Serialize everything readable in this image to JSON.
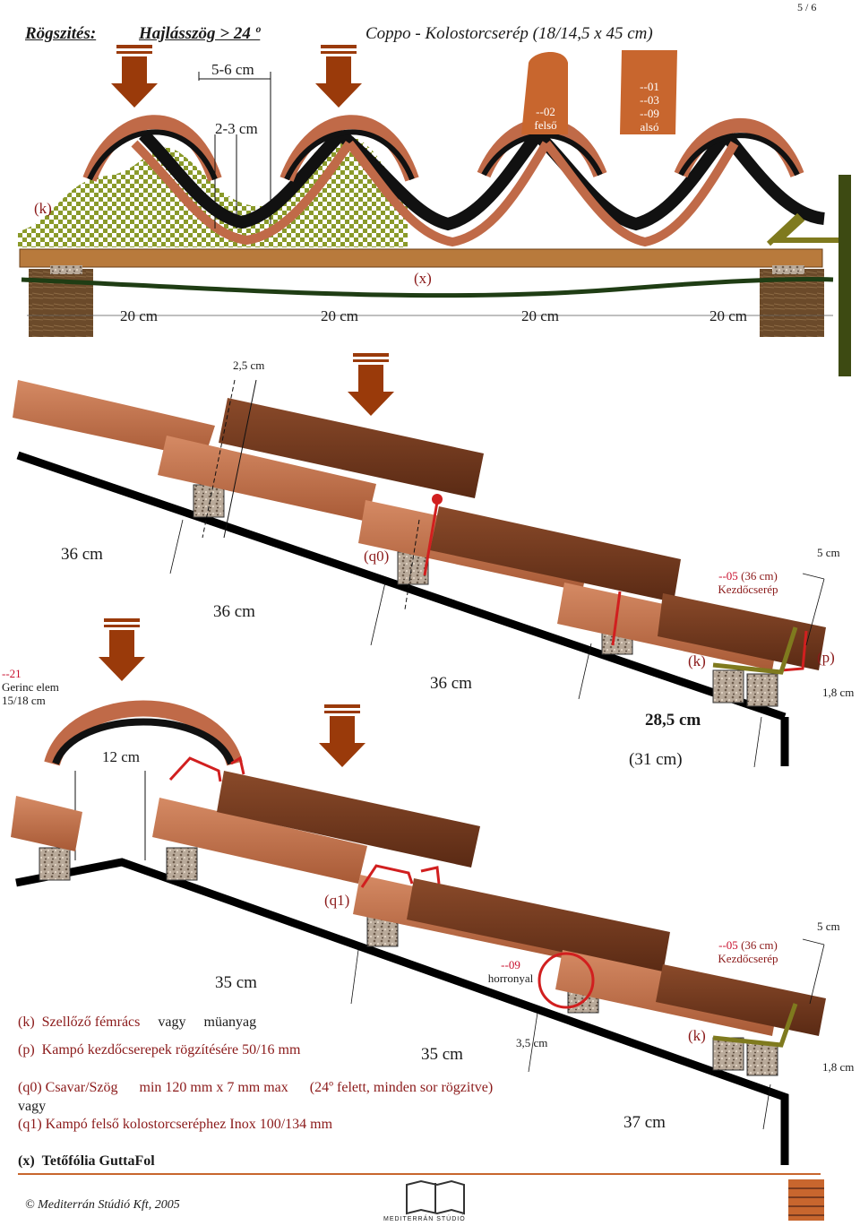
{
  "header": {
    "page_number": "5 / 6",
    "label_fixing": "Rögszités:",
    "label_pitch": "Hajlásszög > 24 º",
    "product": "Coppo - Kolostorcserép (18/14,5 x 45 cm)"
  },
  "top_view": {
    "gap_top": "5-6 cm",
    "gap_bottom": "2-3 cm",
    "tile_upper": {
      "code": "--02",
      "name": "felső"
    },
    "tile_lower": {
      "codes": [
        "--01",
        "--03",
        "--09"
      ],
      "name": "alsó"
    },
    "label_k": "(k)",
    "label_x": "(x)",
    "spacings": [
      "20 cm",
      "20 cm",
      "20 cm",
      "20 cm"
    ]
  },
  "section_1": {
    "offset": "2,5 cm",
    "len_a": "36 cm",
    "len_b": "36 cm",
    "len_c": "36 cm",
    "label_q0": "(q0)",
    "starter": {
      "code": "--05",
      "size": "(36 cm)",
      "name": "Kezdőcserép"
    },
    "top_right": "5 cm",
    "label_k": "(k)",
    "label_p": "(p)",
    "hook": "1,8 cm",
    "eave_a": "28,5 cm",
    "eave_b": "(31 cm)"
  },
  "ridge": {
    "code": "--21",
    "name": "Gerinc elem",
    "size": "15/18 cm",
    "width": "12 cm"
  },
  "section_2": {
    "label_q1": "(q1)",
    "len_a": "35 cm",
    "groove": {
      "code": "--09",
      "name": "horronyal"
    },
    "starter": {
      "code": "--05",
      "size": "(36 cm)",
      "name": "Kezdőcserép"
    },
    "top_right": "5 cm",
    "len_b": "35 cm",
    "offset": "3,5 cm",
    "label_k": "(k)",
    "hook": "1,8 cm",
    "eave": "37 cm"
  },
  "legend": {
    "k": {
      "key": "(k)",
      "text": "Szellőző fémrács",
      "join": "vagy",
      "alt": "müanyag"
    },
    "p": {
      "key": "(p)",
      "text": "Kampó kezdőcserepek rögzítésére 50/16 mm"
    },
    "q0": {
      "key": "(q0)",
      "text": "Csavar/Szög",
      "spec": "min 120 mm x 7 mm max",
      "note": "(24º felett, minden sor rögzitve)"
    },
    "or": "vagy",
    "q1": {
      "key": "(q1)",
      "text": "Kampó felső kolostorcseréphez Inox 100/134 mm"
    },
    "x": {
      "key": "(x)",
      "text": "Tetőfólia GuttaFol"
    }
  },
  "footer": {
    "copyright": "© Mediterrán Stúdió Kft, 2005",
    "logo": "MEDITERRÁN STÚDIÓ"
  },
  "colors": {
    "tile_light": "#c77a55",
    "tile_dark": "#7a3b1f",
    "tile_mid": "#a9532d",
    "arrow": "#9a3a0a",
    "batten": "#b87a3c",
    "membrane": "#1f3d14",
    "rail": "#000000",
    "hook": "#d11f1f",
    "vent": "#7f7a1e",
    "mortar": "#8a9a2a"
  }
}
